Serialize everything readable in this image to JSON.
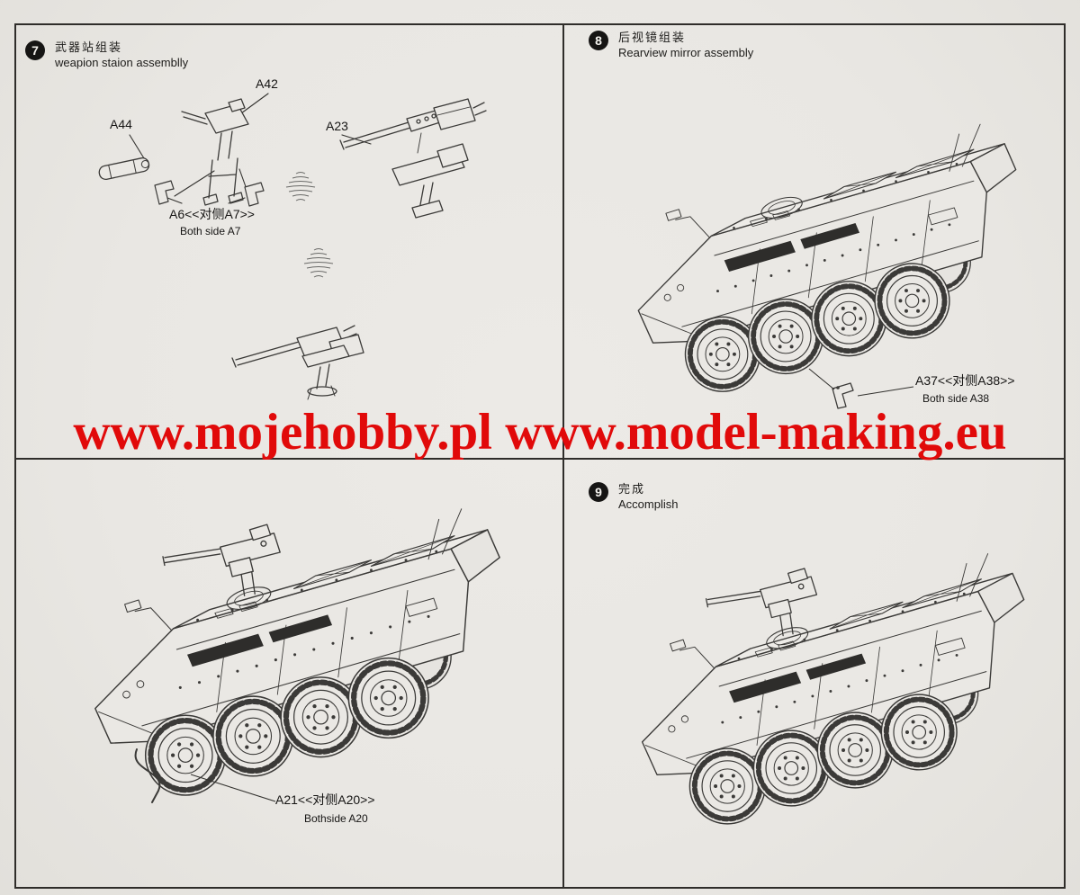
{
  "colors": {
    "paper": "#e9e7e3",
    "ink": "#3b3a38",
    "watermark_red": "#e10a0a"
  },
  "watermark": {
    "text": "www.mojehobby.pl www.model-making.eu"
  },
  "steps": {
    "s7": {
      "number": "7",
      "title_cn": "武器站组装",
      "title_en": "weapion staion assemblly",
      "labels": {
        "a42": "A42",
        "a44": "A44",
        "a23": "A23",
        "a6": "A6<<对侧A7>>",
        "a6_sub": "Both side A7",
        "a21": "A21<<对侧A20>>",
        "a21_sub": "Bothside A20"
      }
    },
    "s8": {
      "number": "8",
      "title_cn": "后视镜组装",
      "title_en": "Rearview mirror assembly",
      "labels": {
        "a37": "A37<<对侧A38>>",
        "a37_sub": "Both side A38"
      }
    },
    "s9": {
      "number": "9",
      "title_cn": "完成",
      "title_en": "Accomplish"
    }
  }
}
